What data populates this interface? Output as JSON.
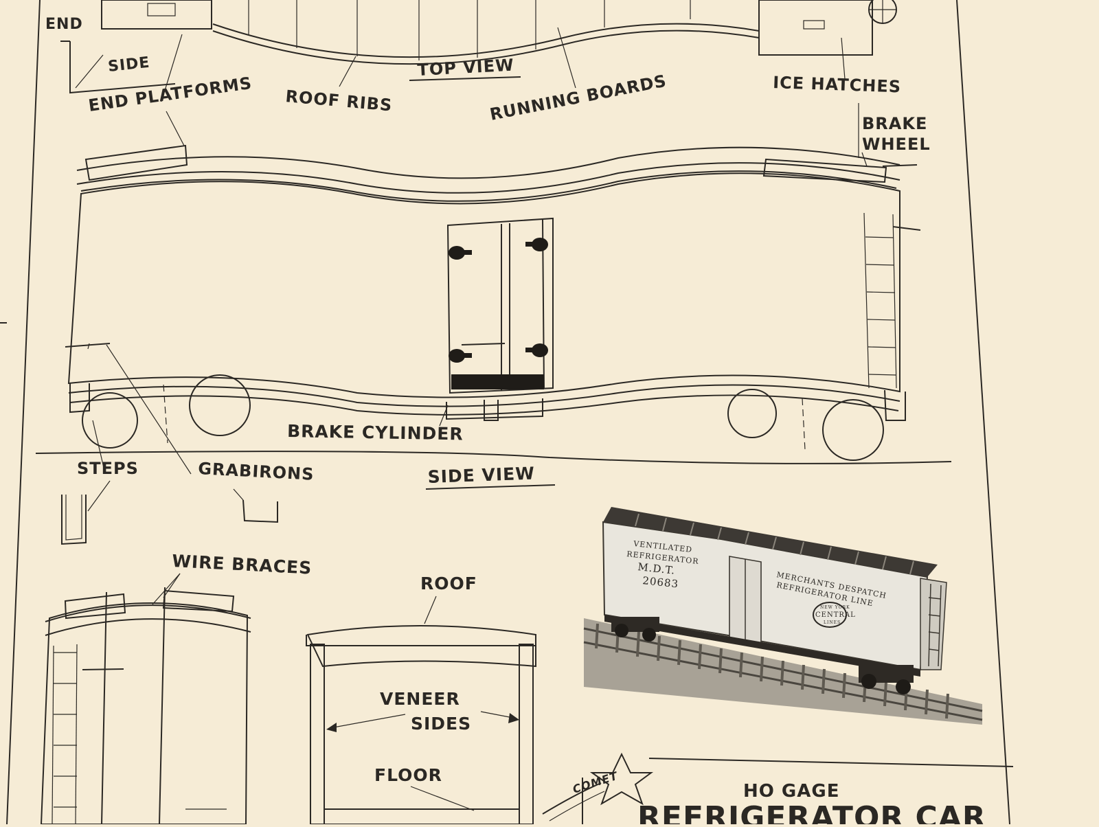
{
  "labels": {
    "end": "END",
    "side": "SIDE",
    "top_view": "TOP VIEW",
    "end_platforms": "END PLATFORMS",
    "roof_ribs": "ROOF RIBS",
    "running_boards": "RUNNING BOARDS",
    "ice_hatches": "ICE HATCHES",
    "brake": "BRAKE",
    "wheel": "WHEEL",
    "brake_cylinder": "BRAKE CYLINDER",
    "side_view": "SIDE VIEW",
    "steps": "STEPS",
    "grabirons": "GRABIRONS",
    "wire_braces": "WIRE BRACES",
    "roof": "ROOF",
    "veneer": "VENEER",
    "sides": "SIDES",
    "floor": "FLOOR"
  },
  "photo": {
    "line1": "VENTILATED",
    "line2": "REFRIGERATOR",
    "reporting_mark": "M.D.T.",
    "car_number": "20683",
    "road_line1": "MERCHANTS DESPATCH",
    "road_line2": "REFRIGERATOR LINE",
    "herald_top": "NEW YORK",
    "herald_mid": "CENTRAL",
    "herald_bottom": "LINES"
  },
  "title_block": {
    "logo": "COMET",
    "gage": "HO GAGE",
    "title": "REFRIGERATOR CAR"
  }
}
